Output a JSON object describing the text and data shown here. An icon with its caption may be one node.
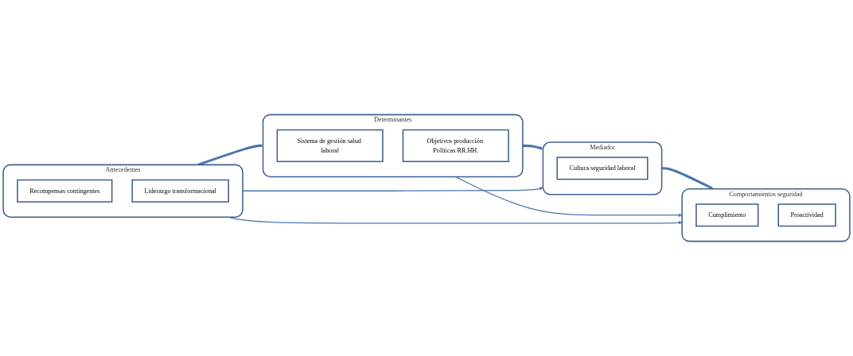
{
  "diagram": {
    "nodes": [
      {
        "text": [
          "Antecedentes"
        ]
      },
      {
        "text": [
          "Recompensas contingentes"
        ],
        "in": 0
      },
      {
        "text": [
          "Liderazgo transformacional"
        ],
        "in": 0
      },
      {
        "text": [
          "Determinantes"
        ]
      },
      {
        "text": [
          "Sistema de gestión salud laboral"
        ],
        "in": 3
      },
      {
        "text": [
          "Objetivos producción Políticas RR.HH."
        ],
        "in": 3
      },
      {
        "text": [
          "Mediador"
        ]
      },
      {
        "text": [
          "Cultura seguridad laboral"
        ],
        "in": 6
      },
      {
        "text": [
          "Comportamientos seguridad"
        ]
      },
      {
        "text": [
          "Cumplimiento"
        ],
        "in": 8
      },
      {
        "text": [
          "Proactividad"
        ],
        "in": 8
      }
    ],
    "edges": [
      {
        "from": 0,
        "to": 3,
        "arrow": "to",
        "style": "thick"
      },
      {
        "from": 3,
        "to": 6,
        "arrow": "to",
        "style": "thick"
      },
      {
        "from": 6,
        "to": 8,
        "arrow": "to",
        "style": "thick"
      },
      {
        "from": 3,
        "to": 8,
        "arrow": "to"
      },
      {
        "from": 0,
        "to": 6,
        "arrow": "to"
      },
      {
        "from": 0,
        "to": 8,
        "arrow": "to"
      }
    ]
  }
}
